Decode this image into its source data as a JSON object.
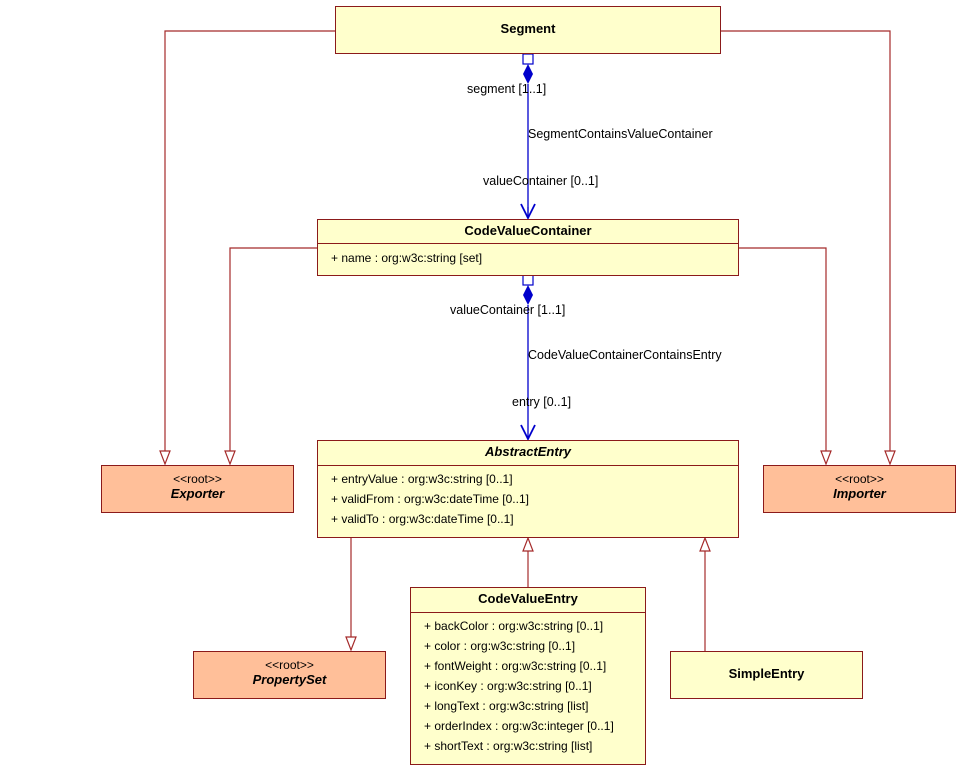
{
  "classes": {
    "segment": {
      "name": "Segment"
    },
    "code_value_container": {
      "name": "CodeValueContainer",
      "attributes": [
        "+ name : org:w3c:string [set]"
      ]
    },
    "abstract_entry": {
      "name": "AbstractEntry",
      "attributes": [
        "+ entryValue : org:w3c:string [0..1]",
        "+ validFrom : org:w3c:dateTime [0..1]",
        "+ validTo : org:w3c:dateTime [0..1]"
      ]
    },
    "code_value_entry": {
      "name": "CodeValueEntry",
      "attributes": [
        "+ backColor : org:w3c:string [0..1]",
        "+ color : org:w3c:string [0..1]",
        "+ fontWeight : org:w3c:string [0..1]",
        "+ iconKey : org:w3c:string [0..1]",
        "+ longText : org:w3c:string [list]",
        "+ orderIndex : org:w3c:integer [0..1]",
        "+ shortText : org:w3c:string [list]"
      ]
    },
    "simple_entry": {
      "name": "SimpleEntry"
    },
    "exporter": {
      "stereotype": "<<root>>",
      "name": "Exporter"
    },
    "importer": {
      "stereotype": "<<root>>",
      "name": "Importer"
    },
    "property_set": {
      "stereotype": "<<root>>",
      "name": "PropertySet"
    }
  },
  "associations": [
    {
      "name": "SegmentContainsValueContainer",
      "source_role": "segment [1..1]",
      "target_role": "valueContainer [0..1]"
    },
    {
      "name": "CodeValueContainerContainsEntry",
      "source_role": "valueContainer [1..1]",
      "target_role": "entry [0..1]"
    }
  ],
  "colors": {
    "class_fill": "#ffffcc",
    "root_fill": "#ffbf99",
    "border": "#8b1a1a",
    "association": "#0000cc"
  }
}
